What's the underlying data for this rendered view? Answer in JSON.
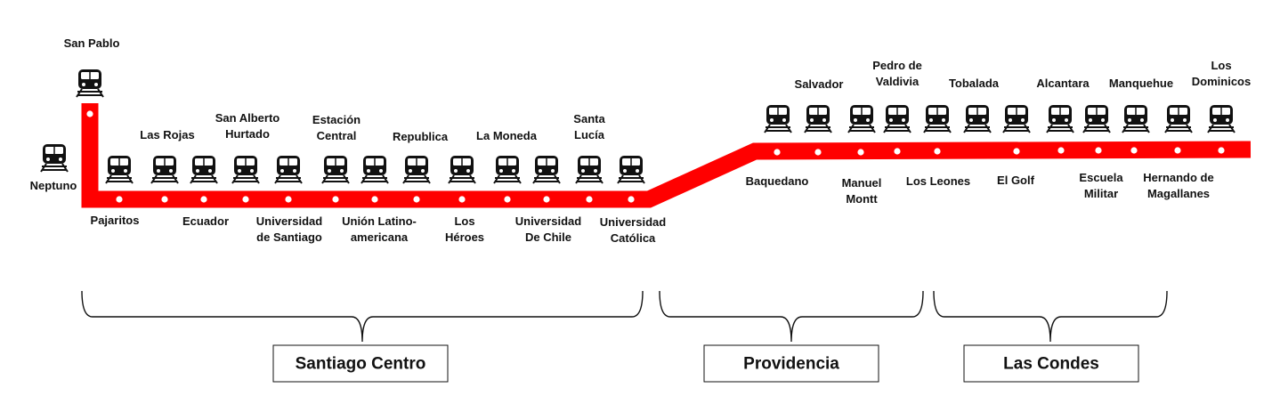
{
  "line": {
    "color": "#ff0000",
    "dot_color": "#ffffff",
    "icon": "train-icon"
  },
  "stations": [
    {
      "id": "neptuno",
      "lines": [
        "Neptuno"
      ],
      "pos": "below"
    },
    {
      "id": "san-pablo",
      "lines": [
        "San Pablo"
      ],
      "pos": "above"
    },
    {
      "id": "pajaritos",
      "lines": [
        "Pajaritos"
      ],
      "pos": "below"
    },
    {
      "id": "las-rojas",
      "lines": [
        "Las Rojas"
      ],
      "pos": "above"
    },
    {
      "id": "ecuador",
      "lines": [
        "Ecuador"
      ],
      "pos": "below"
    },
    {
      "id": "san-alberto-hurtado",
      "lines": [
        "San Alberto",
        "Hurtado"
      ],
      "pos": "above"
    },
    {
      "id": "universidad-de-santiago",
      "lines": [
        "Universidad",
        "de Santiago"
      ],
      "pos": "below"
    },
    {
      "id": "estacion-central",
      "lines": [
        "Estación",
        "Central"
      ],
      "pos": "above"
    },
    {
      "id": "union-latinoamericana",
      "lines": [
        "Unión Latino-",
        "americana"
      ],
      "pos": "below"
    },
    {
      "id": "republica",
      "lines": [
        "Republica"
      ],
      "pos": "above"
    },
    {
      "id": "los-heroes",
      "lines": [
        "Los",
        "Héroes"
      ],
      "pos": "below"
    },
    {
      "id": "la-moneda",
      "lines": [
        "La Moneda"
      ],
      "pos": "above"
    },
    {
      "id": "universidad-de-chile",
      "lines": [
        "Universidad",
        "De Chile"
      ],
      "pos": "below"
    },
    {
      "id": "santa-lucia",
      "lines": [
        "Santa",
        "Lucía"
      ],
      "pos": "above"
    },
    {
      "id": "universidad-catolica",
      "lines": [
        "Universidad",
        "Católica"
      ],
      "pos": "below"
    },
    {
      "id": "baquedano",
      "lines": [
        "Baquedano"
      ],
      "pos": "below"
    },
    {
      "id": "salvador",
      "lines": [
        "Salvador"
      ],
      "pos": "above"
    },
    {
      "id": "manuel-montt",
      "lines": [
        "Manuel",
        "Montt"
      ],
      "pos": "below"
    },
    {
      "id": "pedro-de-valdivia",
      "lines": [
        "Pedro de",
        "Valdivia"
      ],
      "pos": "above"
    },
    {
      "id": "los-leones",
      "lines": [
        "Los Leones"
      ],
      "pos": "below"
    },
    {
      "id": "tobalada",
      "lines": [
        "Tobalada"
      ],
      "pos": "above"
    },
    {
      "id": "el-golf",
      "lines": [
        "El Golf"
      ],
      "pos": "below"
    },
    {
      "id": "alcantara",
      "lines": [
        "Alcantara"
      ],
      "pos": "above"
    },
    {
      "id": "escuela-militar",
      "lines": [
        "Escuela",
        "Militar"
      ],
      "pos": "below"
    },
    {
      "id": "manquehue",
      "lines": [
        "Manquehue"
      ],
      "pos": "above"
    },
    {
      "id": "hernando-de-magallanes",
      "lines": [
        "Hernando de",
        "Magallanes"
      ],
      "pos": "below"
    },
    {
      "id": "los-dominicos",
      "lines": [
        "Los",
        "Dominicos"
      ],
      "pos": "above"
    }
  ],
  "zones": [
    {
      "id": "santiago-centro",
      "label": "Santiago Centro"
    },
    {
      "id": "providencia",
      "label": "Providencia"
    },
    {
      "id": "las-condes",
      "label": "Las Condes"
    }
  ]
}
